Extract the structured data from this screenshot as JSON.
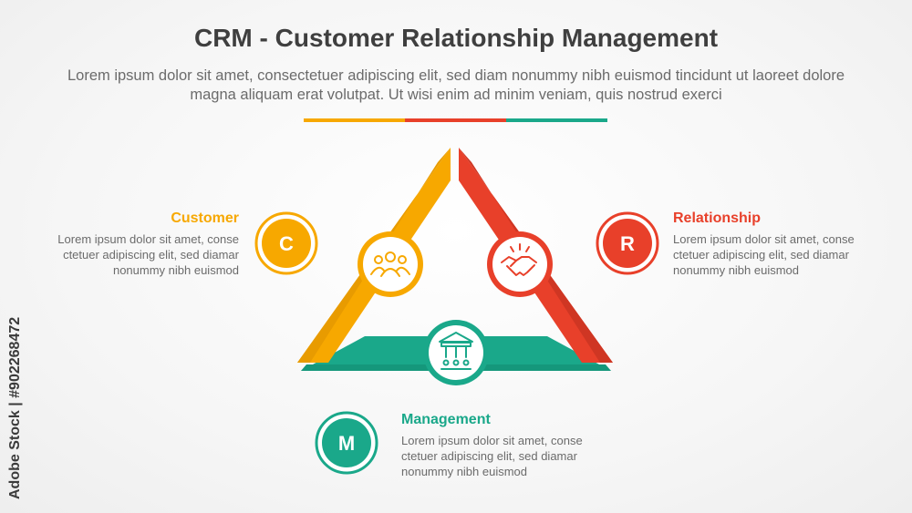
{
  "title": "CRM - Customer Relationship Management",
  "subtitle": "Lorem ipsum dolor sit amet, consectetuer adipiscing elit, sed diam nonummy nibh euismod tincidunt ut laoreet dolore magna aliquam erat volutpat. Ut wisi enim ad minim veniam, quis nostrud exerci",
  "colors": {
    "orange": "#f7a800",
    "red": "#e8402a",
    "teal": "#1aa88a",
    "title": "#3f3f3f",
    "text": "#6b6b6b"
  },
  "sections": {
    "customer": {
      "letter": "C",
      "heading": "Customer",
      "body": "Lorem ipsum dolor sit amet, conse\nctetuer adipiscing elit, sed diamar\nnonummy nibh euismod",
      "icon": "people-group-icon"
    },
    "relationship": {
      "letter": "R",
      "heading": "Relationship",
      "body": "Lorem ipsum dolor sit amet, conse\nctetuer adipiscing elit, sed diamar\nnonummy nibh euismod",
      "icon": "handshake-icon"
    },
    "management": {
      "letter": "M",
      "heading": "Management",
      "body": "Lorem ipsum dolor sit amet, conse\nctetuer adipiscing elit, sed diamar\nnonummy nibh euismod",
      "icon": "organization-building-icon"
    }
  },
  "watermark": "Adobe Stock | #902268472"
}
